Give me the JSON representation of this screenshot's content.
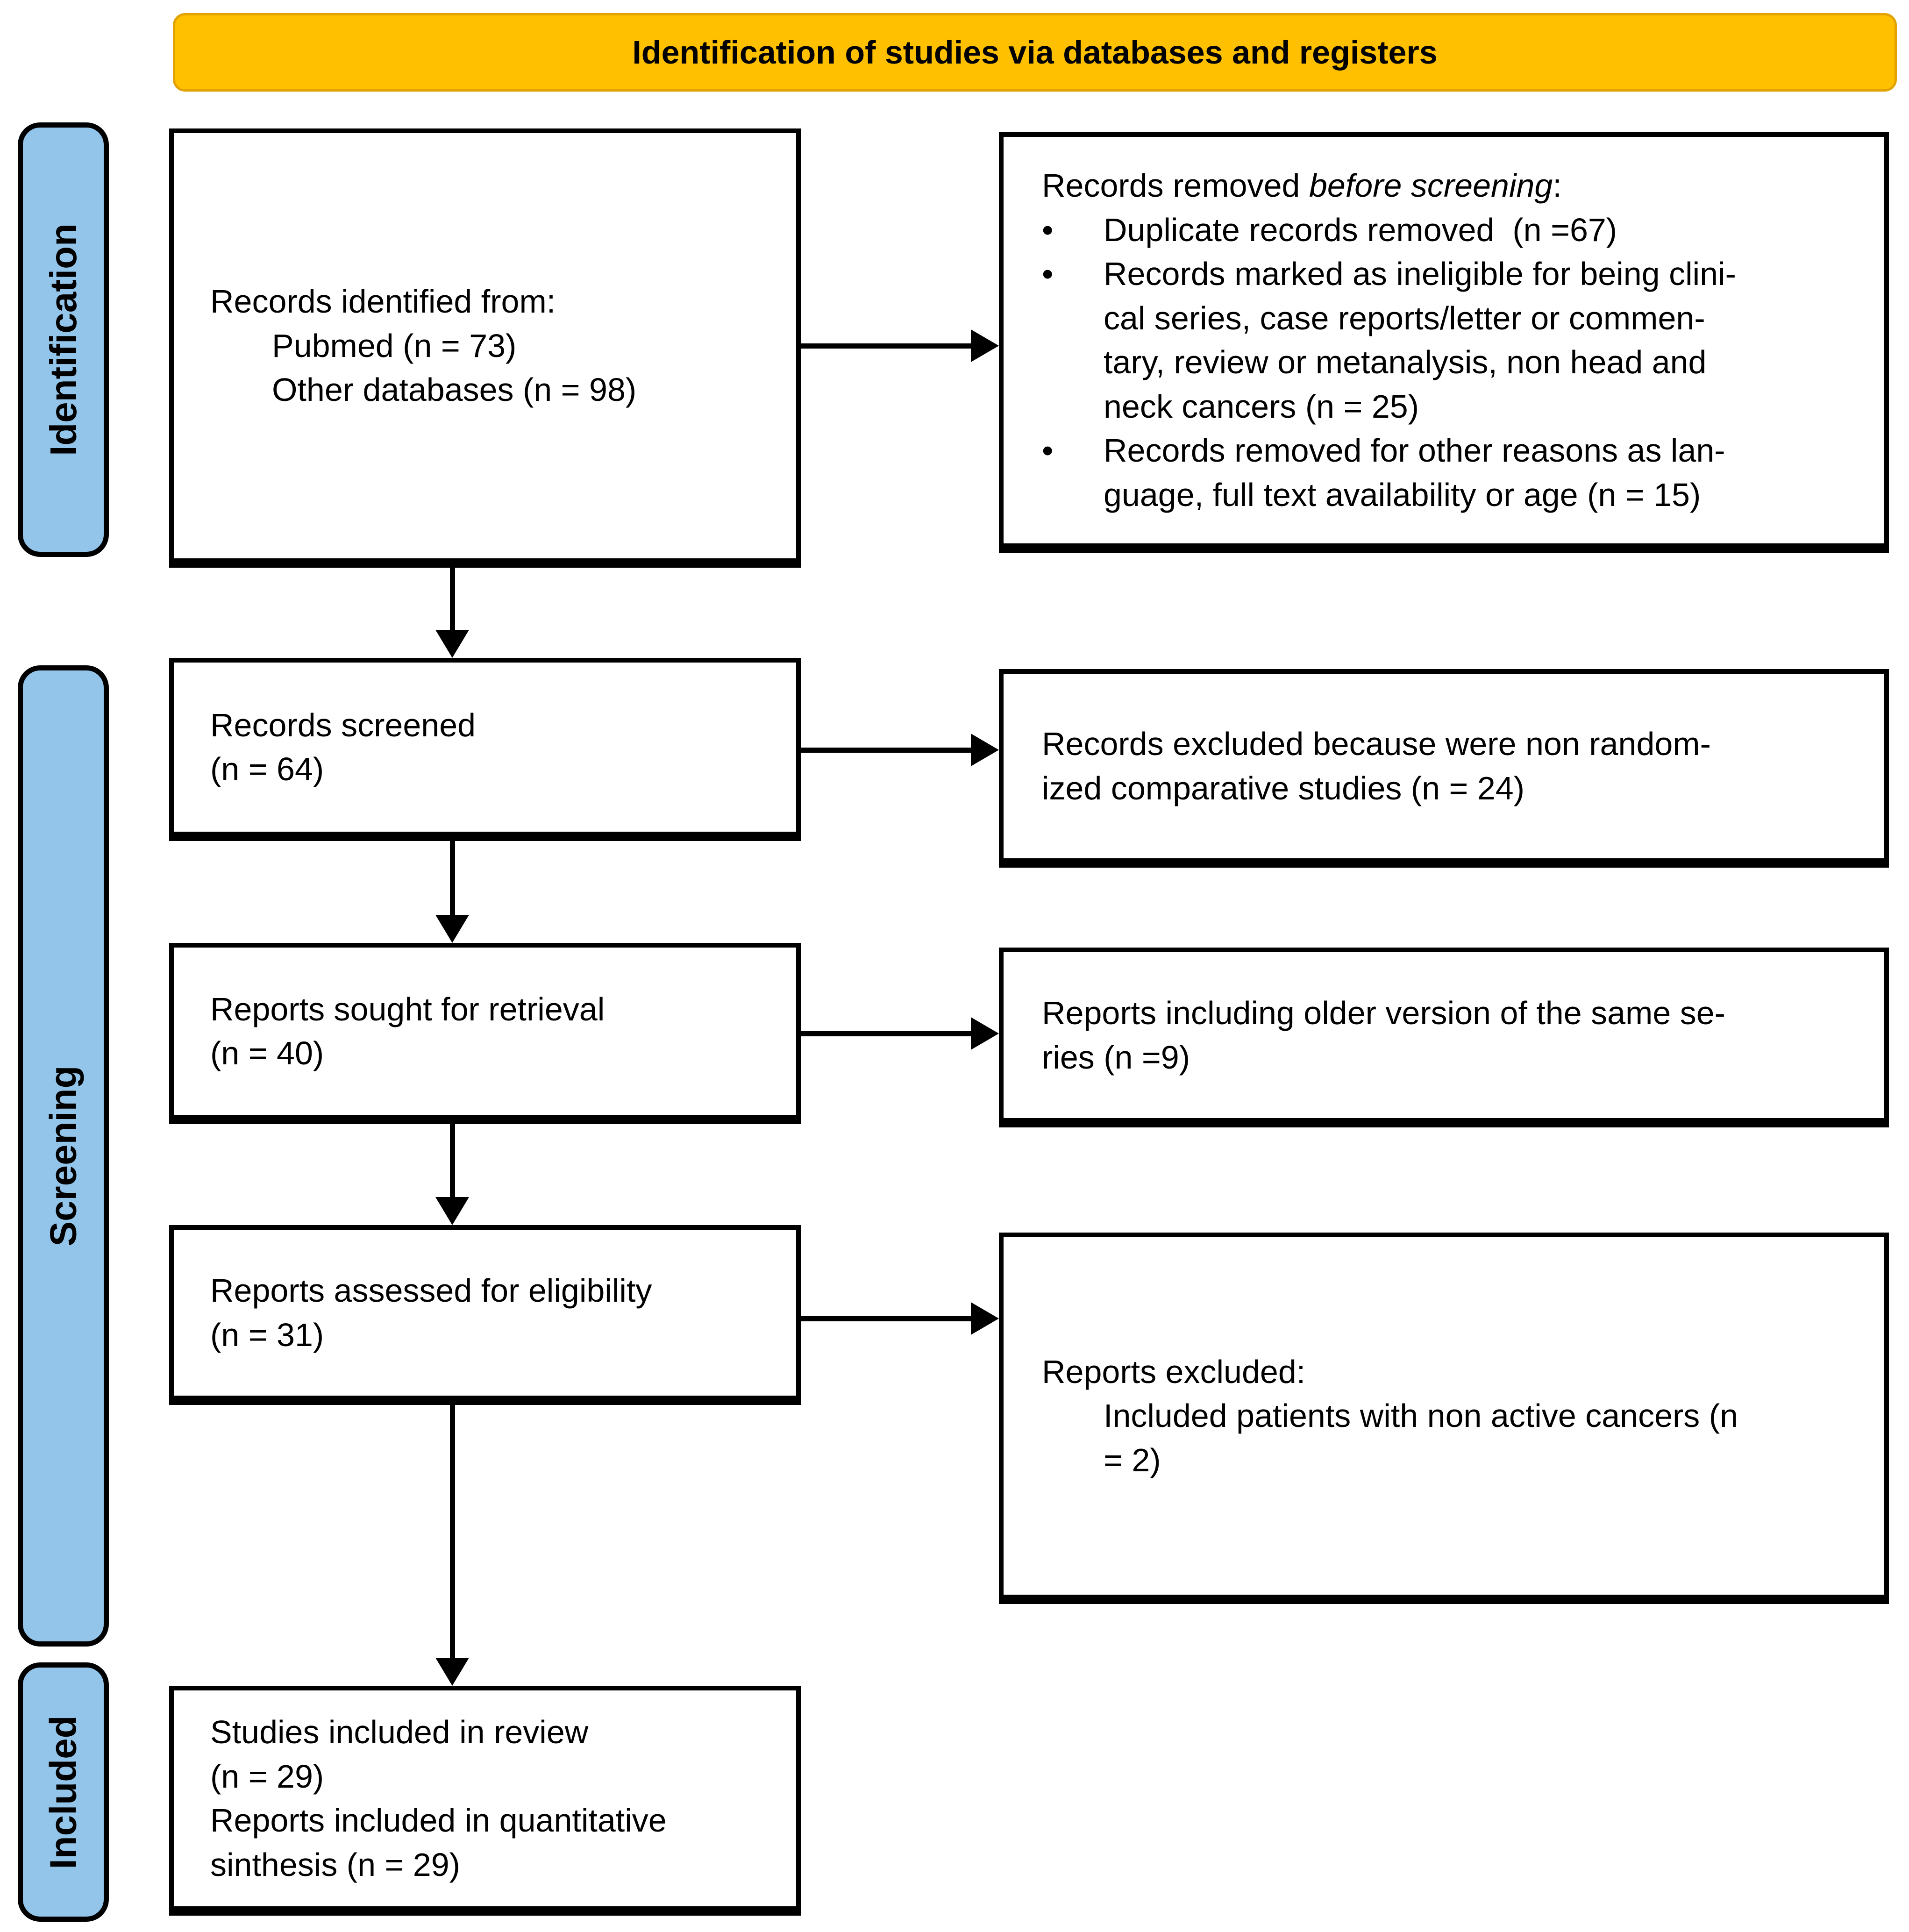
{
  "banner": {
    "title": "Identification of studies via databases and registers"
  },
  "stages": [
    {
      "label": "Identification"
    },
    {
      "label": "Screening"
    },
    {
      "label": "Included"
    }
  ],
  "colors": {
    "banner_bg": "#FFC000",
    "banner_border": "#E2A300",
    "stage_bg": "#93C4E9",
    "box_border": "#000000"
  },
  "flow": {
    "identified": {
      "title": "Records identified from:",
      "sources": "Pubmed (n = 73)\nOther databases (n = 98)"
    },
    "removed": {
      "intro_prefix": "Records removed ",
      "intro_italic": "before screening",
      "intro_suffix": ":",
      "bullet": "•",
      "items": [
        "Duplicate records removed  (n =67)",
        "Records marked as ineligible for being clini-\ncal series, case reports/letter or commen-\ntary, review or metanalysis, non head and\nneck cancers (n = 25)",
        "Records removed for other reasons as lan-\nguage, full text availability or age (n = 15)"
      ]
    },
    "screened": {
      "text": "Records screened\n(n = 64)"
    },
    "excluded_screening": {
      "text": "Records excluded because were non random-\nized comparative studies (n = 24)"
    },
    "sought": {
      "text": "Reports sought for retrieval\n(n = 40)"
    },
    "older_versions": {
      "text": "Reports including older version of the same se-\nries (n =9)"
    },
    "assessed": {
      "text": "Reports assessed for eligibility\n(n = 31)"
    },
    "reports_excluded": {
      "title": "Reports excluded:",
      "detail": "Included patients with non active cancers (n\n= 2)"
    },
    "included": {
      "text": "Studies included in review\n(n = 29)\nReports included in quantitative\nsinthesis (n = 29)"
    }
  }
}
